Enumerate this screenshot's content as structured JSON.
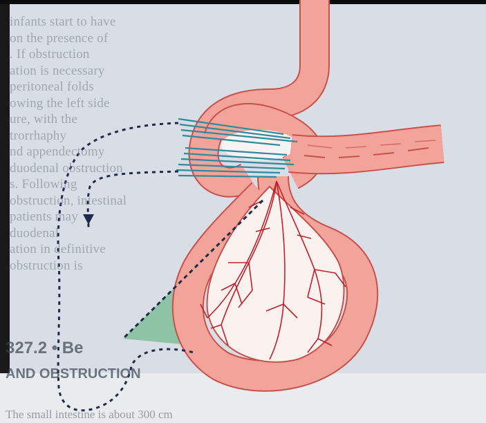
{
  "figure": {
    "colors": {
      "page_background": "#d8dde6",
      "gut_fill": "#f2a49a",
      "gut_outline": "#c8504a",
      "vessels": "#c0202a",
      "bands": "#2f8a9a",
      "dashed_line": "#1e2a4a",
      "wedge_fill": "#8fc3a5"
    },
    "icons": [
      "arrow-down-icon"
    ]
  },
  "background_text": {
    "lines": [
      "infants start to have",
      "on the presence of",
      ". If obstruction",
      "ation is necessary",
      "peritoneal folds",
      "owing the left side",
      "ure, with the",
      "trorrhaphy",
      "nd appendectomy",
      "duodenal obstruction",
      "s. Following",
      "obstruction, intestinal",
      "patients may",
      "duodenal",
      "ation in definitive",
      "obstruction is"
    ],
    "heading": "327.2 • Be",
    "subheading": "AND OBSTRUCTION",
    "footer": "The small intestine is about 300 cm"
  }
}
